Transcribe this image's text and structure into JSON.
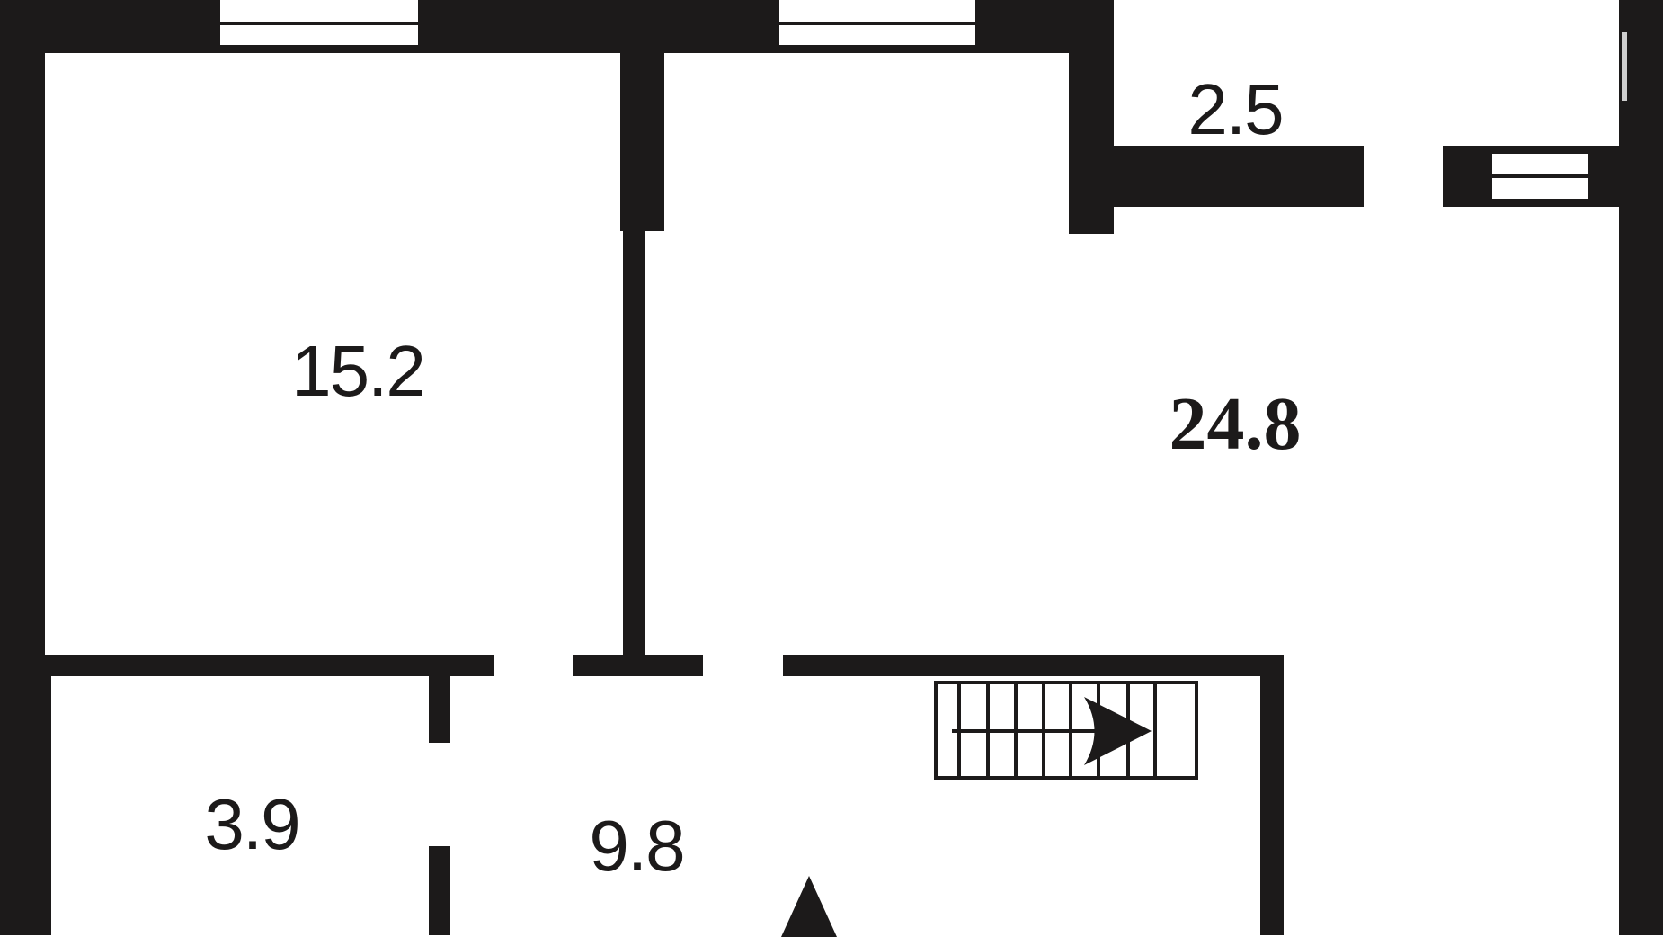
{
  "plan": {
    "type": "floor-plan",
    "wall_color": "#1c1a1a",
    "background_color": "#ffffff",
    "rooms": [
      {
        "id": "room-left-top",
        "area_label": "15.2"
      },
      {
        "id": "room-main",
        "area_label": "24.8"
      },
      {
        "id": "room-small-top-right",
        "area_label": "2.5"
      },
      {
        "id": "room-left-bottom",
        "area_label": "3.9"
      },
      {
        "id": "room-hall",
        "area_label": "9.8"
      }
    ],
    "symbols": {
      "staircase": {
        "icon": "staircase-icon",
        "direction": "right",
        "tread_count": 9
      },
      "entrance": {
        "icon": "entrance-arrow-icon",
        "direction": "up"
      },
      "windows": 3
    }
  }
}
